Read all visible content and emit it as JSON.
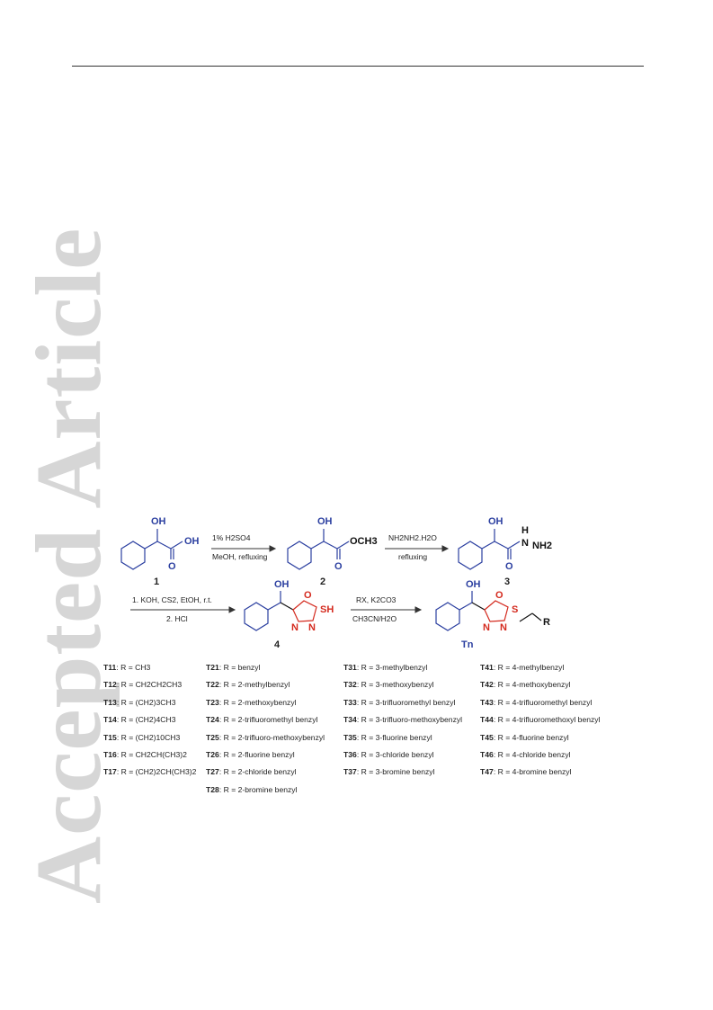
{
  "header": {
    "watermark": "Accepted Article"
  },
  "scheme": {
    "compound_numbers": [
      "1",
      "2",
      "3",
      "4",
      "Tn"
    ],
    "step1": {
      "reagent": "1% H2SO4",
      "conditions": "MeOH, refluxing"
    },
    "step2": {
      "reagent": "NH2NH2.H2O",
      "conditions": "refluxing"
    },
    "step3": {
      "line1": "1. KOH, CS2, EtOH, r.t.",
      "line2": "2. HCl"
    },
    "step4": {
      "reagent": "RX, K2CO3",
      "conditions": "CH3CN/H2O"
    },
    "labels": {
      "OH": "OH",
      "OCH3": "OCH3",
      "H": "H",
      "N": "N",
      "NH2": "NH2",
      "O": "O",
      "SH": "SH",
      "S": "S",
      "R": "R"
    }
  },
  "compounds": {
    "col1": [
      {
        "code": "T11",
        "r": "R = CH3"
      },
      {
        "code": "T12",
        "r": "R = CH2CH2CH3"
      },
      {
        "code": "T13",
        "r": "R = (CH2)3CH3"
      },
      {
        "code": "T14",
        "r": "R = (CH2)4CH3"
      },
      {
        "code": "T15",
        "r": "R = (CH2)10CH3"
      },
      {
        "code": "T16",
        "r": "R = CH2CH(CH3)2"
      },
      {
        "code": "T17",
        "r": "R = (CH2)2CH(CH3)2"
      }
    ],
    "col2": [
      {
        "code": "T21",
        "r": "R = benzyl"
      },
      {
        "code": "T22",
        "r": "R = 2-methylbenzyl"
      },
      {
        "code": "T23",
        "r": "R = 2-methoxybenzyl"
      },
      {
        "code": "T24",
        "r": "R = 2-trifluoromethyl benzyl"
      },
      {
        "code": "T25",
        "r": "R = 2-trifluoro-methoxybenzyl"
      },
      {
        "code": "T26",
        "r": "R = 2-fluorine benzyl"
      },
      {
        "code": "T27",
        "r": "R = 2-chloride benzyl"
      },
      {
        "code": "T28",
        "r": "R = 2-bromine benzyl"
      }
    ],
    "col3": [
      {
        "code": "T31",
        "r": "R = 3-methylbenzyl"
      },
      {
        "code": "T32",
        "r": "R = 3-methoxybenzyl"
      },
      {
        "code": "T33",
        "r": "R = 3-trifluoromethyl benzyl"
      },
      {
        "code": "T34",
        "r": "R = 3-trifluoro-methoxybenzyl"
      },
      {
        "code": "T35",
        "r": "R = 3-fluorine benzyl"
      },
      {
        "code": "T36",
        "r": "R = 3-chloride benzyl"
      },
      {
        "code": "T37",
        "r": "R = 3-bromine benzyl"
      }
    ],
    "col4": [
      {
        "code": "T41",
        "r": "R = 4-methylbenzyl"
      },
      {
        "code": "T42",
        "r": "R = 4-methoxybenzyl"
      },
      {
        "code": "T43",
        "r": "R = 4-trifluoromethyl benzyl"
      },
      {
        "code": "T44",
        "r": "R = 4-trifluoromethoxyl benzyl"
      },
      {
        "code": "T45",
        "r": "R = 4-fluorine benzyl"
      },
      {
        "code": "T46",
        "r": "R = 4-chloride benzyl"
      },
      {
        "code": "T47",
        "r": "R = 4-bromine benzyl"
      }
    ]
  }
}
